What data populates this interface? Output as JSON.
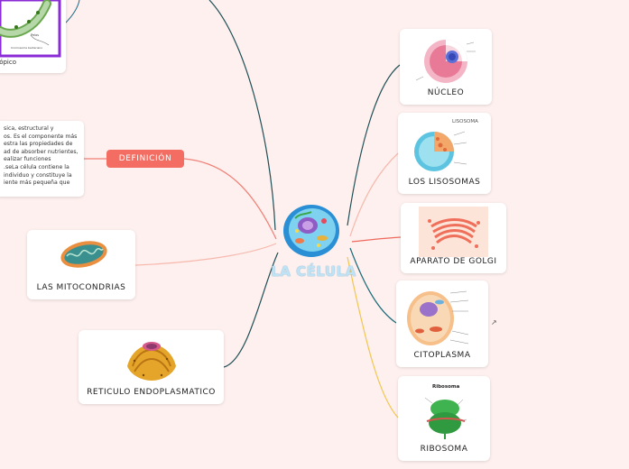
{
  "central": {
    "title": "LA CÉLULA"
  },
  "definition": {
    "tag": "DEFINICIÓN",
    "text": "sica, estructural y\nos. Es el componente más\nestra las propiedades de\nad de absorber nutrientes,\nealizar funciones\n.seLa célula contiene la\nindividuo y constituye la\niente más pequeña que"
  },
  "top_card": {
    "label": "btópico",
    "caption": "Cromosoma bacteriano"
  },
  "nodes": {
    "nucleo": {
      "label": "NÚCLEO"
    },
    "lisosomas": {
      "label": "LOS LISOSOMAS",
      "image_title": "LISOSOMA"
    },
    "golgi": {
      "label": "APARATO DE GOLGI"
    },
    "citoplasma": {
      "label": "CITOPLASMA"
    },
    "ribosoma": {
      "label": "RIBOSOMA",
      "image_title": "Ribosoma"
    },
    "mitocondrias": {
      "label": "LAS MITOCONDRIAS"
    },
    "reticulo": {
      "label": "RETICULO ENDOPLASMATICO"
    }
  },
  "colors": {
    "nucleo_link": "#1f4e55",
    "lisosomas_link": "#f7b9ae",
    "golgi_link": "#ee6a5e",
    "citoplasma_link": "#1b6b7a",
    "ribosoma_link": "#f2c64e",
    "definition_link": "#f08076",
    "mitocondrias_link": "#f7b9ae",
    "reticulo_link": "#1f4e55",
    "top_link": "#1f4e55",
    "definition_tag": "#f36d62"
  }
}
